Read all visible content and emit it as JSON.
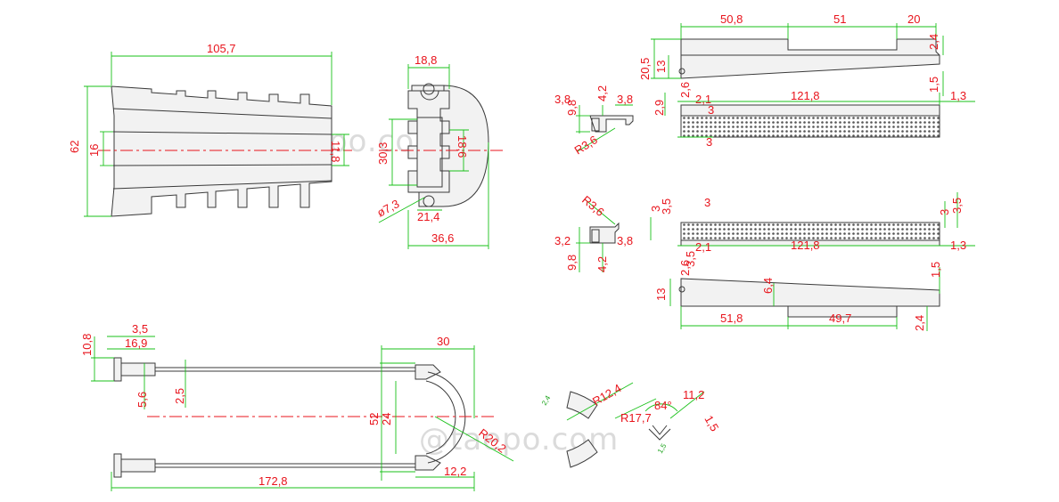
{
  "watermarks": [
    "@taepo.com",
    "@taepo.com"
  ],
  "views": {
    "wedge": {
      "dims": [
        "105,7",
        "62",
        "16",
        "11,8"
      ]
    },
    "end_view": {
      "dims": [
        "18,8",
        "30,3",
        "18,6",
        "ø7,3",
        "21,4",
        "36,6"
      ]
    },
    "shim_top_small": {
      "dims": [
        "3,8",
        "9,8",
        "4,2",
        "3,8",
        "R3,6"
      ]
    },
    "shim_top": {
      "dims": [
        "50,8",
        "51",
        "20",
        "20,5",
        "13",
        "2,4",
        "2,6",
        "1,5",
        "2,9",
        "2,1",
        "121,8",
        "1,3",
        "3",
        "3"
      ]
    },
    "shim_bottom_small": {
      "dims": [
        "R3,6",
        "3,5",
        "3",
        "3,2",
        "9,8",
        "4,2",
        "3,8"
      ]
    },
    "shim_bottom": {
      "dims": [
        "3",
        "3",
        "3,5",
        "121,8",
        "2,1",
        "1,3",
        "2,6",
        "3,5",
        "13",
        "6,4",
        "1,5",
        "51,8",
        "49,7",
        "2,4"
      ]
    },
    "bail": {
      "dims": [
        "10,8",
        "3,5",
        "16,9",
        "5,6",
        "2,5",
        "30",
        "52",
        "24",
        "R20,2",
        "172,8",
        "12,2"
      ]
    },
    "bail_section": {
      "dims": [
        "R12,4",
        "R17,7",
        "84°",
        "11,2",
        "1,5",
        "2,4",
        "1,5"
      ]
    }
  }
}
